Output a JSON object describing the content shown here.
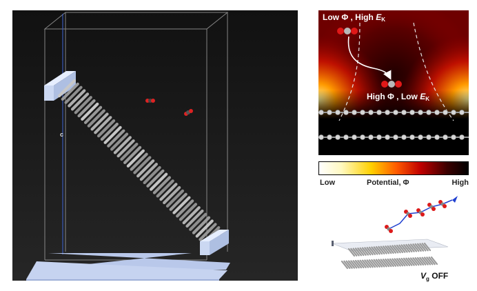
{
  "simulation": {
    "axis_label": "c"
  },
  "potential_map": {
    "state_initial": {
      "text": "Low Φ , High ",
      "e_symbol": "E",
      "e_sub": "K"
    },
    "state_final": {
      "text": "High Φ , Low ",
      "e_symbol": "E",
      "e_sub": "K"
    }
  },
  "colorbar": {
    "low_label": "Low",
    "title": "Potential, Φ",
    "high_label": "High"
  },
  "gate_panel": {
    "v_symbol": "V",
    "v_sub": "g",
    "state": " OFF"
  }
}
